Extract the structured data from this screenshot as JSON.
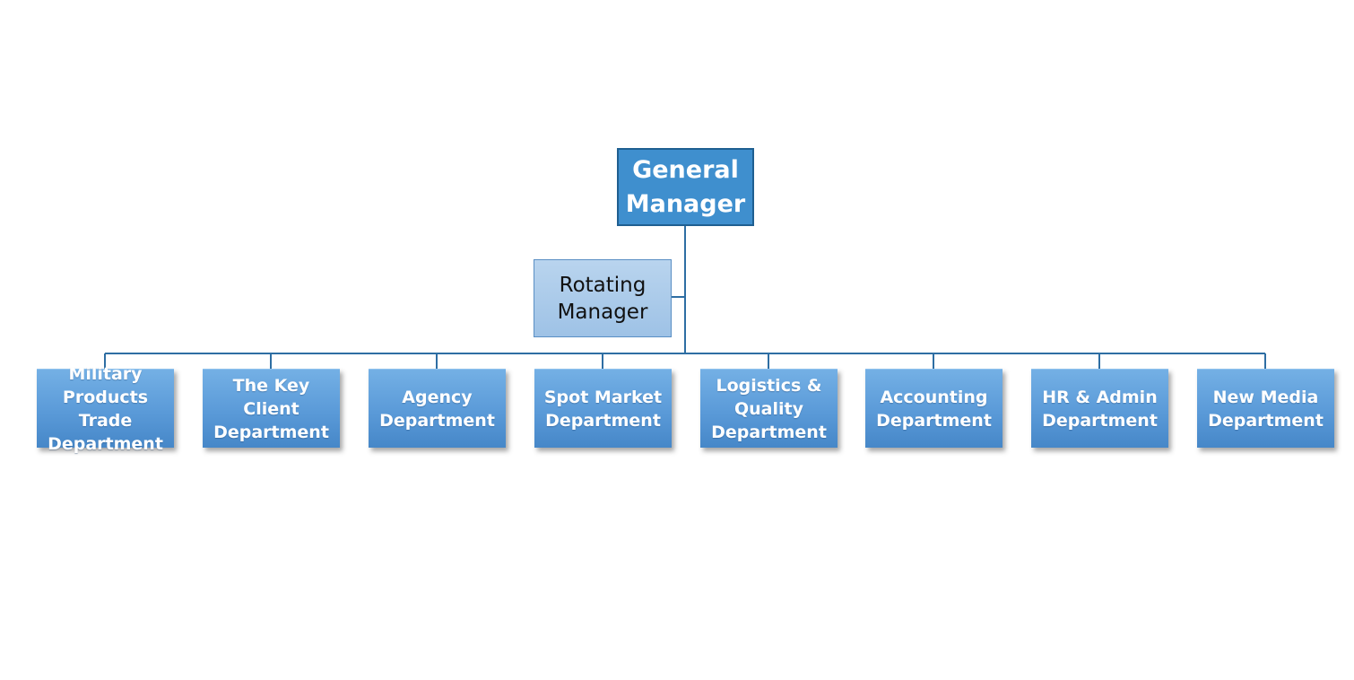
{
  "chart": {
    "top": {
      "label": "General\nManager"
    },
    "assistant": {
      "label": "Rotating\nManager"
    },
    "departments": [
      {
        "label": "Military\nProducts Trade\nDepartment"
      },
      {
        "label": "The Key Client\nDepartment"
      },
      {
        "label": "Agency\nDepartment"
      },
      {
        "label": "Spot Market\nDepartment"
      },
      {
        "label": "Logistics &\nQuality\nDepartment"
      },
      {
        "label": "Accounting\nDepartment"
      },
      {
        "label": "HR & Admin\nDepartment"
      },
      {
        "label": "New Media\nDepartment"
      }
    ]
  },
  "colors": {
    "connector": "#2e6ea3",
    "top_fill": "#3f8fce",
    "assistant_fill": "#a9c9ea",
    "department_fill": "#5a9ad8"
  }
}
